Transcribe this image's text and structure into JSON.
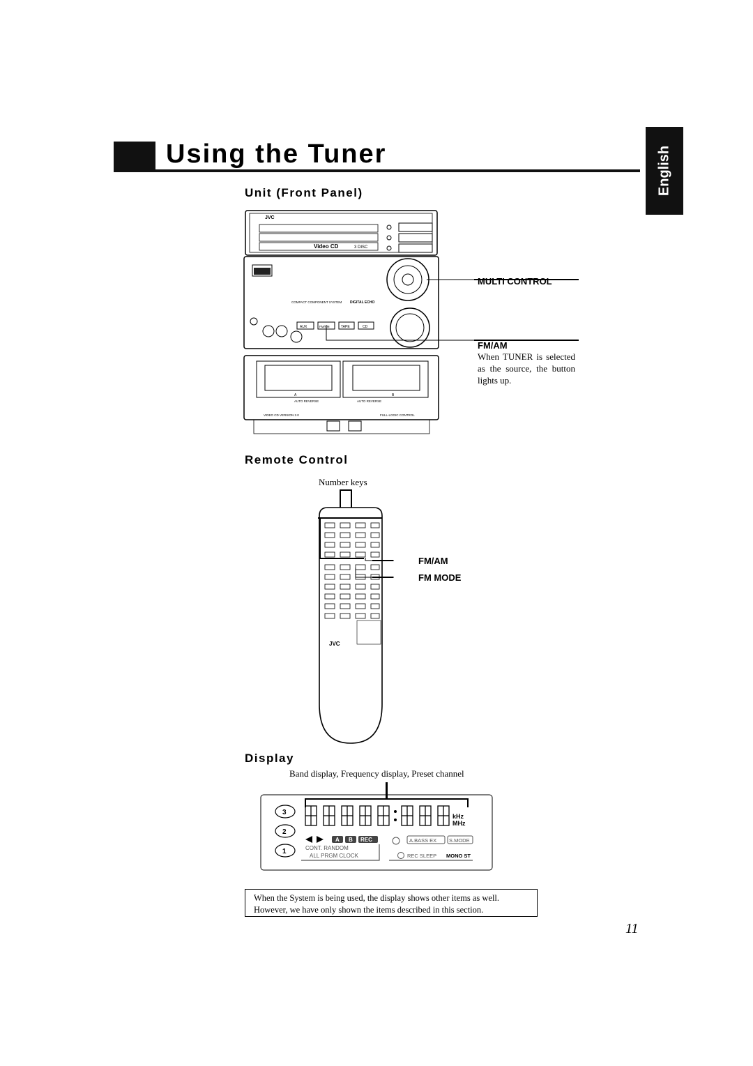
{
  "header": {
    "title": "Using the Tuner",
    "language_tab": "English"
  },
  "front_panel": {
    "heading": "Unit (Front Panel)",
    "callout_multi_control": "MULTI CONTROL",
    "callout_fm_am": "FM/AM",
    "fm_am_note": "When TUNER is selected as the source, the button lights up.",
    "unit_labels": {
      "brand": "JVC",
      "video_cd": "Video CD",
      "three_disc": "3 DISC",
      "compact_system": "COMPACT COMPONENT SYSTEM",
      "digital_echo": "DIGITAL ECHO",
      "aux": "AUX",
      "fm_am_btn": "FM/AM",
      "tape": "TAPE",
      "cd": "CD",
      "auto_reverse_a": "AUTO REVERSE",
      "auto_reverse_b": "AUTO REVERSE",
      "deck_a": "A",
      "deck_b": "B",
      "vcd_version": "VIDEO CD VERSION 2.0",
      "full_logic": "FULL-LOGIC CONTROL"
    }
  },
  "remote": {
    "heading": "Remote Control",
    "callout_number_keys": "Number keys",
    "callout_fm_am": "FM/AM",
    "callout_fm_mode": "FM MODE",
    "brand": "JVC"
  },
  "display": {
    "heading": "Display",
    "callout": "Band display, Frequency display, Preset channel",
    "khz": "kHz",
    "mhz": "MHz",
    "btn_a": "A",
    "btn_b": "B",
    "btn_rec": "REC",
    "cont_random": "CONT.  RANDOM",
    "all_prgm_clock": "ALL  PRGM CLOCK",
    "a_bass_ex": "A.BASS EX",
    "s_mode": "S.MODE",
    "rec_sleep": "REC  SLEEP",
    "mono_st": "MONO ST",
    "disc_3": "3",
    "disc_2": "2",
    "disc_1": "1"
  },
  "note": {
    "line1": "When the System is being used, the display shows other items as well.",
    "line2": "However, we have only shown the items described in this section."
  },
  "page_number": "11"
}
